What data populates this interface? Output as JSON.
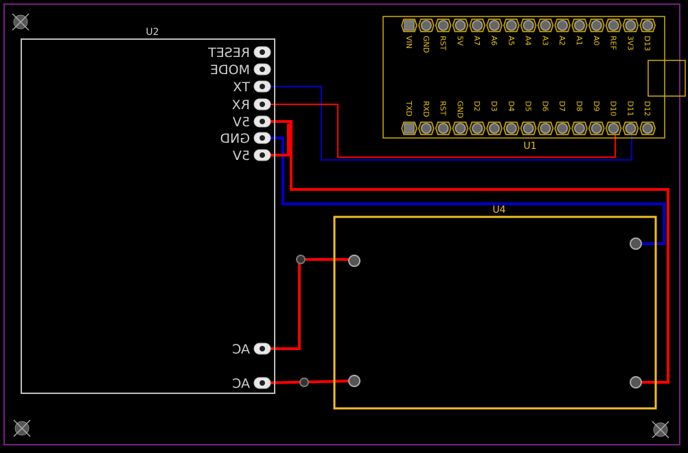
{
  "board": {
    "outline_color": "#7a1f86",
    "background": "#000000"
  },
  "components": {
    "u1": {
      "designator": "U1",
      "color": "#d4b000",
      "top_pins": [
        "VIN",
        "GND",
        "RST",
        "5V",
        "A7",
        "A6",
        "A5",
        "A4",
        "A3",
        "A2",
        "A1",
        "A0",
        "REF",
        "3V3",
        "D13"
      ],
      "bottom_pins": [
        "TXD",
        "RXD",
        "RST",
        "GND",
        "D2",
        "D3",
        "D4",
        "D5",
        "D6",
        "D7",
        "D8",
        "D9",
        "D10",
        "D11",
        "D12"
      ]
    },
    "u2": {
      "designator": "U2",
      "color": "#bfbfbf",
      "pins": [
        "RESET",
        "MODE",
        "TX",
        "RX",
        "5V",
        "GND",
        "5V"
      ],
      "ac_pins": [
        "AC",
        "AC"
      ]
    },
    "u4": {
      "designator": "U4",
      "color": "#f0c020"
    }
  },
  "nets": {
    "power_color": "#ff0000",
    "signal_color": "#0000cc"
  },
  "icons": {
    "mounting_hole": "mounting-hole-icon"
  }
}
